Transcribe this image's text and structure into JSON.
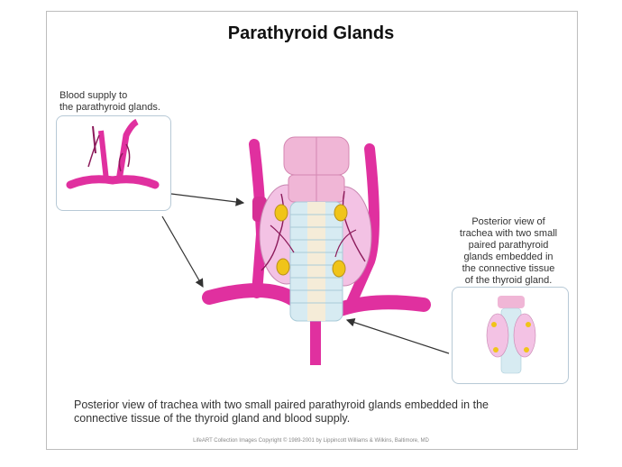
{
  "title": "Parathyroid Glands",
  "labels": {
    "blood_supply_line1": "Blood supply to",
    "blood_supply_line2": "the parathyroid glands.",
    "posterior_view": [
      "Posterior view of",
      "trachea with two small",
      "paired parathyroid",
      "glands embedded in",
      "the connective tissue",
      "of the thyroid gland."
    ]
  },
  "caption": {
    "line1": "Posterior view of trachea with two small paired parathyroid glands embedded in the",
    "line2": "connective tissue of the thyroid gland and blood supply."
  },
  "credit": "LifeART Collection Images Copyright © 1989-2001 by Lippincott Williams & Wilkins, Baltimore, MD",
  "colors": {
    "vessel": "#e0309f",
    "vessel_dark": "#8b1a5a",
    "thyroid": "#f3c2e4",
    "cartilage": "#f0b6d6",
    "trachea": "#d7ebf2",
    "gland": "#f0c419",
    "arrow": "#333333"
  }
}
